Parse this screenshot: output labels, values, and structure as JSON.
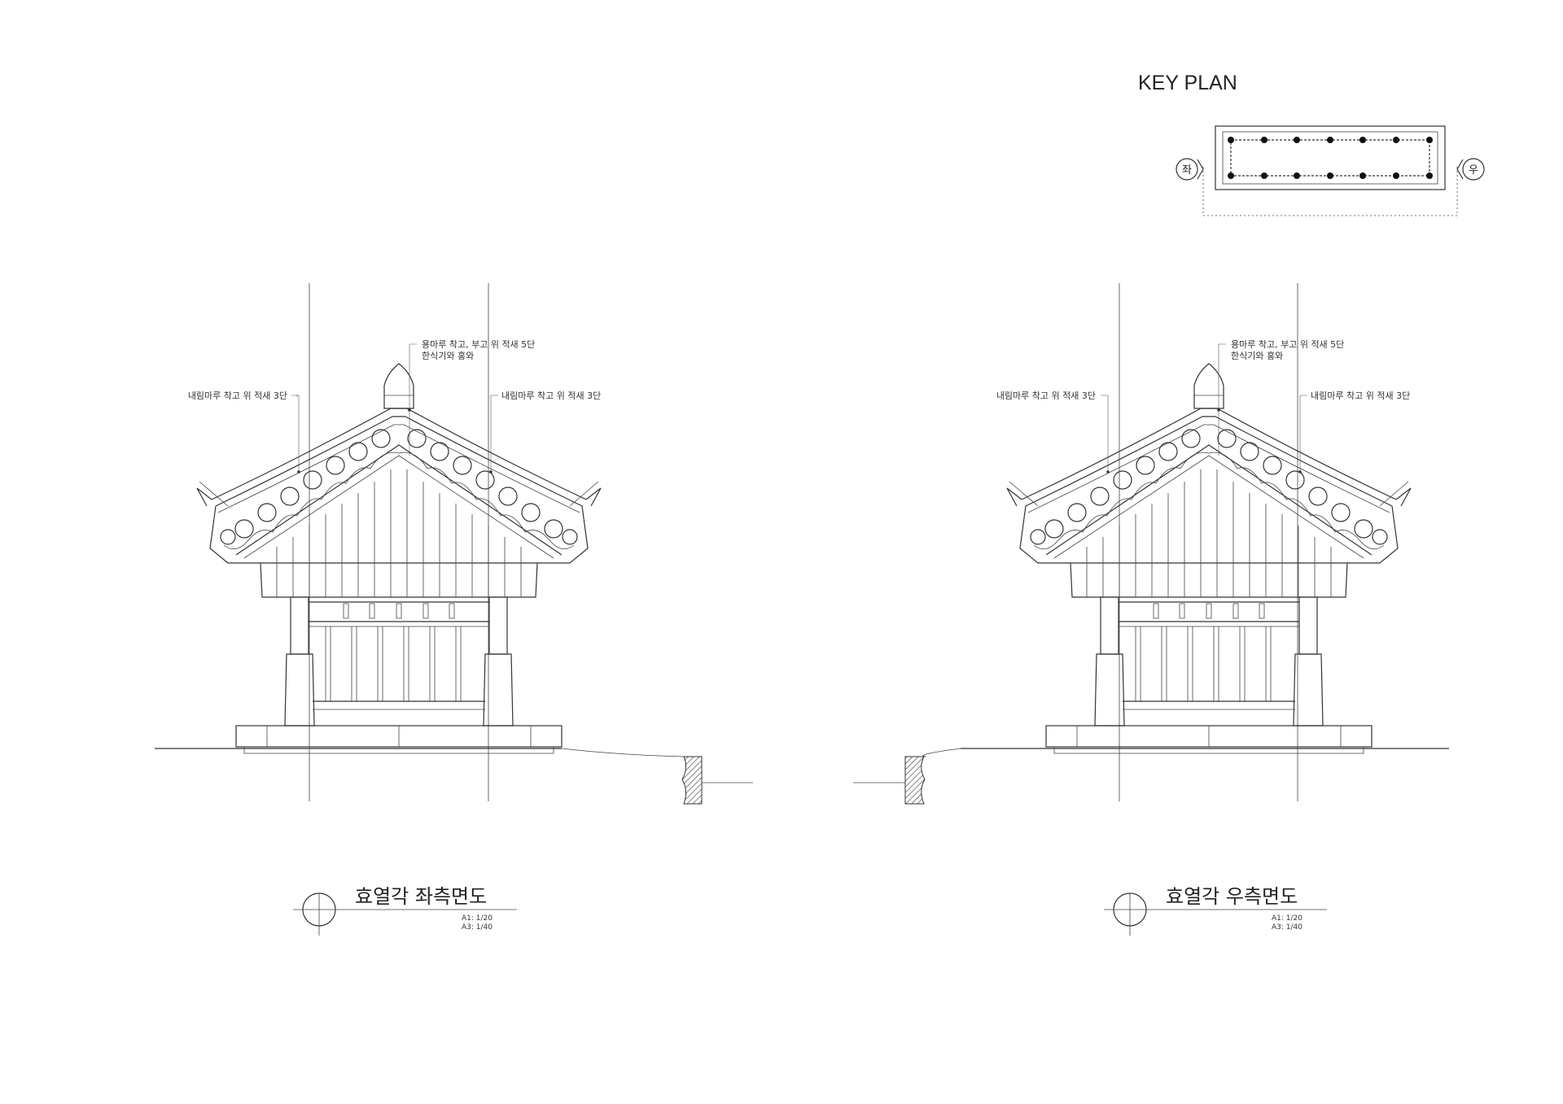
{
  "key_plan": {
    "title": "KEY PLAN",
    "left_marker": "좌",
    "right_marker": "우"
  },
  "left_elevation": {
    "title": "효열각 좌측면도",
    "scale_a1": "A1: 1/20",
    "scale_a3": "A3: 1/40",
    "note_ridge_line1": "용마루 착고, 부고 위 적새 5단",
    "note_ridge_line2": "한식기와 홍와",
    "note_hip_left": "내림마루 착고 위 적새 3단",
    "note_hip_right": "내림마루 착고 위 적새 3단"
  },
  "right_elevation": {
    "title": "효열각 우측면도",
    "scale_a1": "A1: 1/20",
    "scale_a3": "A3: 1/40",
    "note_ridge_line1": "용마루 착고, 부고 위 적새 5단",
    "note_ridge_line2": "한식기와 홍와",
    "note_hip_left": "내림마루 착고 위 적새 3단",
    "note_hip_right": "내림마루 착고 위 적새 3단"
  }
}
